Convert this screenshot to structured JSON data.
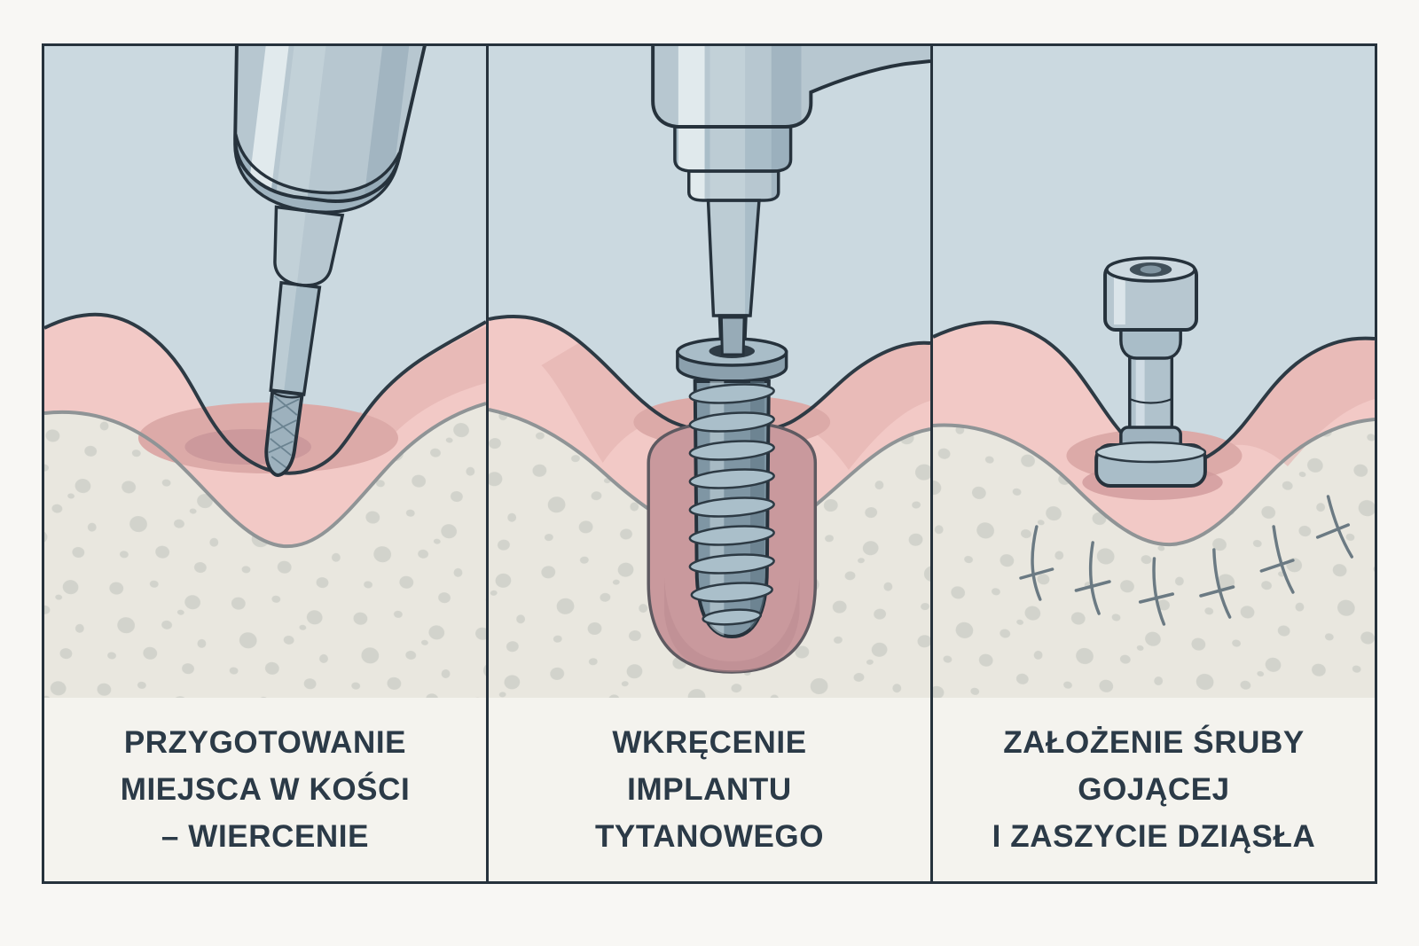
{
  "figure": {
    "kind": "dental-implant-procedure-infographic",
    "language": "Polish",
    "panel_count": 3
  },
  "palette": {
    "page_bg": "#f8f7f4",
    "label_bg": "#f4f3ee",
    "outline": "#26323c",
    "sky": "#cbd9e0",
    "gum": "#f2c9c6",
    "gum_shadow": "#dcaaa8",
    "drill_site": "#c9969a",
    "bone": "#e9e7df",
    "bone_line": "#8f9496",
    "socket": "#c9999d",
    "tool_light": "#b7c7d0",
    "tool_mid": "#a9bdc8",
    "tool_dark": "#8ba0ad",
    "implant": "#7f96a4",
    "suture": "#6b7a83",
    "text": "#2b3a47"
  },
  "panels": [
    {
      "id": "step-1",
      "scene": "drill-preparing-implant-site-in-bone",
      "caption_lines": [
        "PRZYGOTOWANIE",
        "MIEJSCA W KOŚCI",
        "– WIERCENIE"
      ]
    },
    {
      "id": "step-2",
      "scene": "titanium-implant-screwed-into-bone",
      "caption_lines": [
        "WKRĘCENIE",
        "IMPLANTU",
        "TYTANOWEGO"
      ]
    },
    {
      "id": "step-3",
      "scene": "healing-screw-placed-and-gum-sutured",
      "caption_lines": [
        "ZAŁOŻENIE ŚRUBY",
        "GOJĄCEJ",
        "I ZASZYCIE DZIĄSŁA"
      ]
    }
  ]
}
